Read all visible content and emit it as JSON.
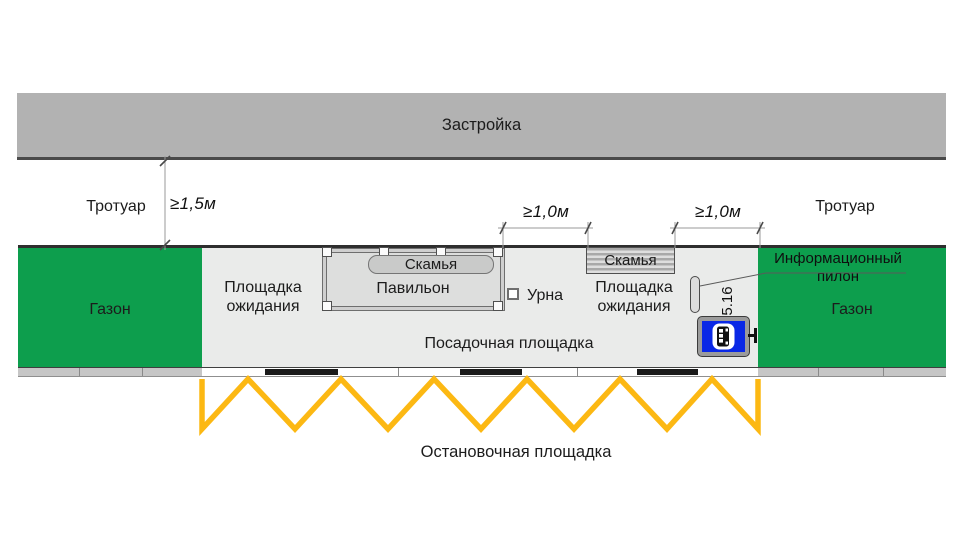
{
  "diagram": {
    "title_hint": "Схема остановочного пункта",
    "building_strip": {
      "label": "Застройка"
    },
    "sidewalk": {
      "left_label": "Тротуар",
      "right_label": "Тротуар"
    },
    "dimensions": {
      "sidewalk_width": "≥1,5м",
      "gap_pavilion_bench": "≥1,0м",
      "gap_bench_edge": "≥1,0м"
    },
    "lawn": {
      "left_label": "Газон",
      "right_label": "Газон"
    },
    "platform": {
      "waiting_left": "Площадка ожидания",
      "waiting_right": "Площадка ожидания",
      "boarding": "Посадочная площадка",
      "pavilion": "Павильон",
      "bench_front": "Скамья",
      "bench_right": "Скамья",
      "bin": "Урна",
      "pylon": "Информационный пилон",
      "sign_code": "5.16"
    },
    "road": {
      "stop_area": "Остановочная площадка"
    },
    "colors": {
      "lawn_green": "#0d9e4d",
      "building_gray": "#b2b2b2",
      "marking_yellow": "#fcb813",
      "sign_blue": "#0a28e6",
      "platform_gray": "#eaebea"
    }
  }
}
